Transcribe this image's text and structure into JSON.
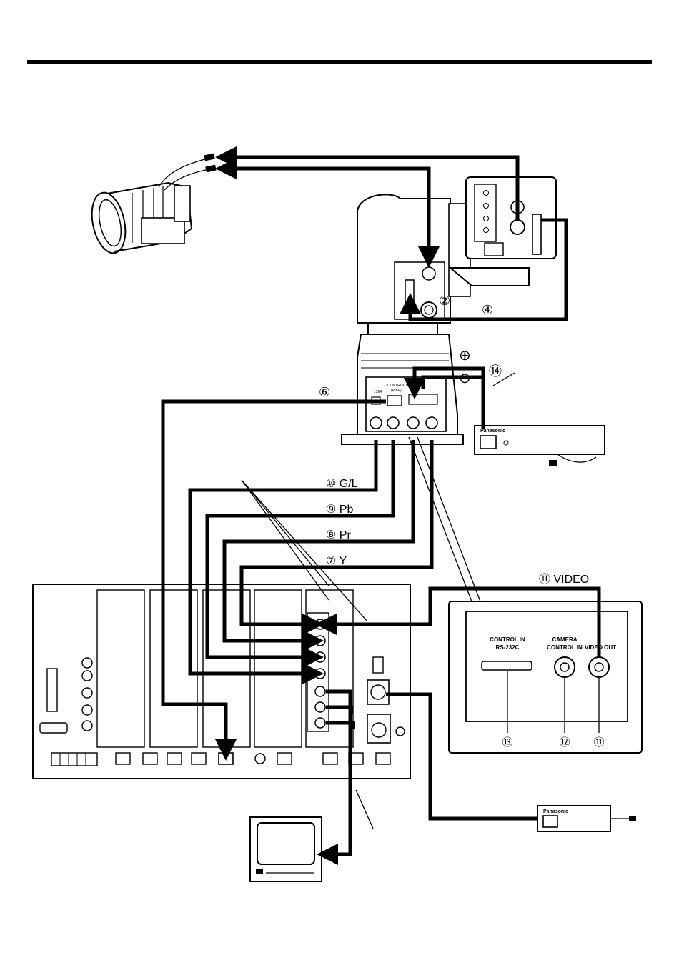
{
  "labels": {
    "n2": "②",
    "n4": "④",
    "n6": "⑥",
    "n14": "⑭",
    "plus": "⊕",
    "minus": "⊖",
    "gl": "⑩ G/L",
    "pb": "⑨ Pb",
    "pr": "⑧ Pr",
    "y": "⑦ Y",
    "video": "⑪ VIDEO"
  },
  "head_unit_panel": {
    "p1394": "1394",
    "control_in_line1": "CONTROL IN",
    "control_in_line2": "(P/BP)"
  },
  "camera_control_panel": {
    "control_in_line1": "CONTROL IN",
    "control_in_line2": "RS-232C",
    "camera_line1": "CAMERA",
    "camera_line2": "CONTROL IN",
    "video_out": "VIDEO OUT",
    "c13": "⑬",
    "c12": "⑫",
    "c11": "⑪"
  },
  "ac_adaptor": {
    "brand": "Panasonic"
  }
}
